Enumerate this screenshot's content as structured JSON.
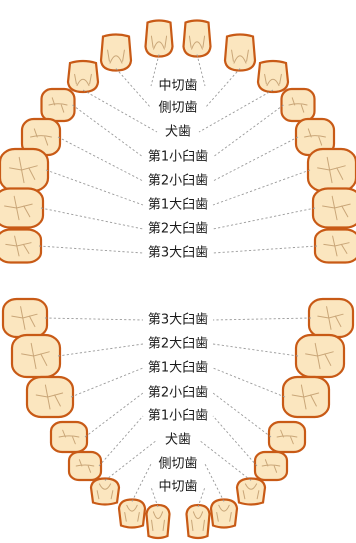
{
  "upper_arch": {
    "labels": [
      "中切歯",
      "側切歯",
      "犬歯",
      "第1小臼歯",
      "第2小臼歯",
      "第1大臼歯",
      "第2大臼歯",
      "第3大臼歯"
    ]
  },
  "lower_arch": {
    "labels": [
      "第3大臼歯",
      "第2大臼歯",
      "第1大臼歯",
      "第2小臼歯",
      "第1小臼歯",
      "犬歯",
      "側切歯",
      "中切歯"
    ]
  },
  "colors": {
    "tooth_fill": "#fbe6bf",
    "tooth_outline": "#c85a16",
    "leader_line": "#9a9a9a",
    "label_text": "#1a1a1a"
  }
}
